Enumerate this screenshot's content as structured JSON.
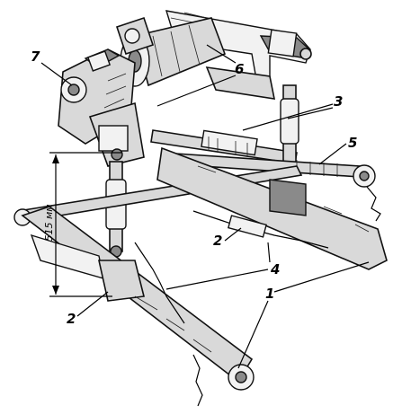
{
  "callouts": {
    "c1": "1",
    "c2a": "2",
    "c2b": "2",
    "c3": "3",
    "c4": "4",
    "c5": "5",
    "c6": "6",
    "c7": "7"
  },
  "dimension": {
    "label": "515 мм"
  },
  "colors": {
    "ink": "#000000",
    "paper": "#ffffff",
    "metal": "#d9d9d9"
  }
}
